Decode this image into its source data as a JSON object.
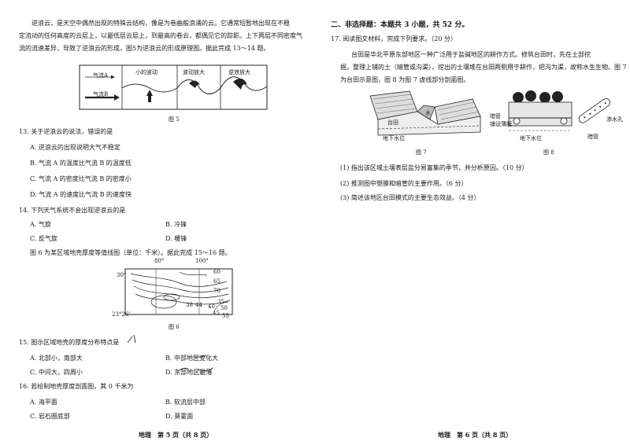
{
  "left_page": {
    "intro": [
      "逆浪云，是天空中偶然出现的特殊云结构，像是为卷曲般浪涌的云。它通常短暂地出现在不稳",
      "定流动的任何高度的云层上，以最低层云层上，到最高的卷云，都偶见它的踪影。上下两层不同密度气",
      "流的流速差异，导致了逆浪云的形成，图5为逆浪云的形成原理图。据此完成 13～14 题。"
    ],
    "fig5": {
      "air_a": "气流A",
      "air_b": "气流B",
      "stage1": "小的波动",
      "stage2": "波动放大",
      "stage3": "逆浪放大",
      "caption": "图 5"
    },
    "q13": {
      "stem": "13. 关于逆浪云的说法，错误的是",
      "a": "A. 逆浪云的出现说明大气不稳定",
      "b": "B. 气流 A 的温度比气流 B 的温度低",
      "c": "C. 气流 A 的密度比气流 B 的密度小",
      "d": "D. 气流 A 的速度比气流 B 的速度快"
    },
    "q14": {
      "stem": "14. 下列天气系统不会出现逆浪云的是",
      "a": "A. 气旋",
      "b": "B. 冷锋",
      "c": "C. 反气旋",
      "d": "D. 暖锋"
    },
    "intro2": "图 6 为某区域地壳厚度等值线图（单位：千米）。据此完成 15～16 题。",
    "fig6": {
      "lon1": "80°",
      "lon2": "100°",
      "lat_top": "30°",
      "lat_bottom": "23°26'",
      "v60": "60",
      "v65": "65",
      "v70": "70",
      "v35": "35",
      "v40": "40",
      "v45": "45",
      "v50": "50",
      "v55": "55",
      "v38": "38",
      "v44": "44",
      "caption": "图 6"
    },
    "q15": {
      "stem": "15. 图示区域地壳的厚度分布特点是",
      "a": "A. 北部小，南部大",
      "b": "B. 中部地区变化大",
      "c": "C. 中间大，四周小",
      "d": "D. 东部地区最薄"
    },
    "q16": {
      "stem": "16. 若绘制地壳厚度剖面图，其 0 千米为",
      "a": "A. 海平面",
      "b": "B. 软流层中部",
      "c": "C. 岩石圈底部",
      "d": "D. 莫霍面"
    },
    "footer": "地理　第 5 页（共 8 页）"
  },
  "right_page": {
    "section": "二、非选择题：本题共 3 小题，共 52 分。",
    "q17_stem": "17. 阅读图文材料，完成下列要求。（20 分）",
    "material": [
      "台田是华北平原东部地区一种广泛用于盐碱地区的耕作方式。修筑台田时，先在土部挖",
      "掘，整理上铺的土（暗管或沟渠），挖出的土壤堆在台田两侧用于耕作，把沟为渠，故称水生生物。图 7",
      "为台田示意图，图 8 为图 7 虚线部分剖面图。"
    ],
    "fig7": {
      "groundwater": "地下水位",
      "pond": "台田",
      "water": "水",
      "caption": "图 7"
    },
    "fig8": {
      "film": "暗管",
      "drain": "铺设薄膜",
      "groundwater": "地下水位",
      "pipe": "暗管",
      "hole": "渗水孔",
      "caption": "图 8"
    },
    "questions": [
      "(1) 指出该区域土壤表层盐分易富集的季节，并分析原因。（10 分）",
      "(2) 推测图中塑膜和暗管的主要作用。（6 分）",
      "(3) 简述该地区台田模式的主要生态效益。（4 分）"
    ],
    "footer": "地理　第 6 页（共 8 页）"
  }
}
